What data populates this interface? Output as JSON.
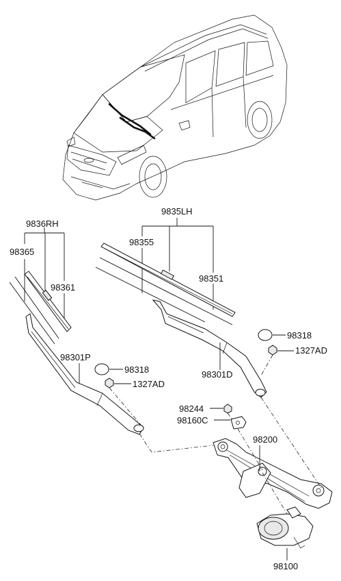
{
  "labels": {
    "rh_group": "9836RH",
    "lh_group": "9835LH",
    "p98365": "98365",
    "p98361": "98361",
    "p98355": "98355",
    "p98351": "98351",
    "p98318_right": "98318",
    "p1327ad_right": "1327AD",
    "p98301d": "98301D",
    "p98301p": "98301P",
    "p98318_left": "98318",
    "p1327ad_left": "1327AD",
    "p98244": "98244",
    "p98160c": "98160C",
    "p98200": "98200",
    "p98100": "98100"
  }
}
